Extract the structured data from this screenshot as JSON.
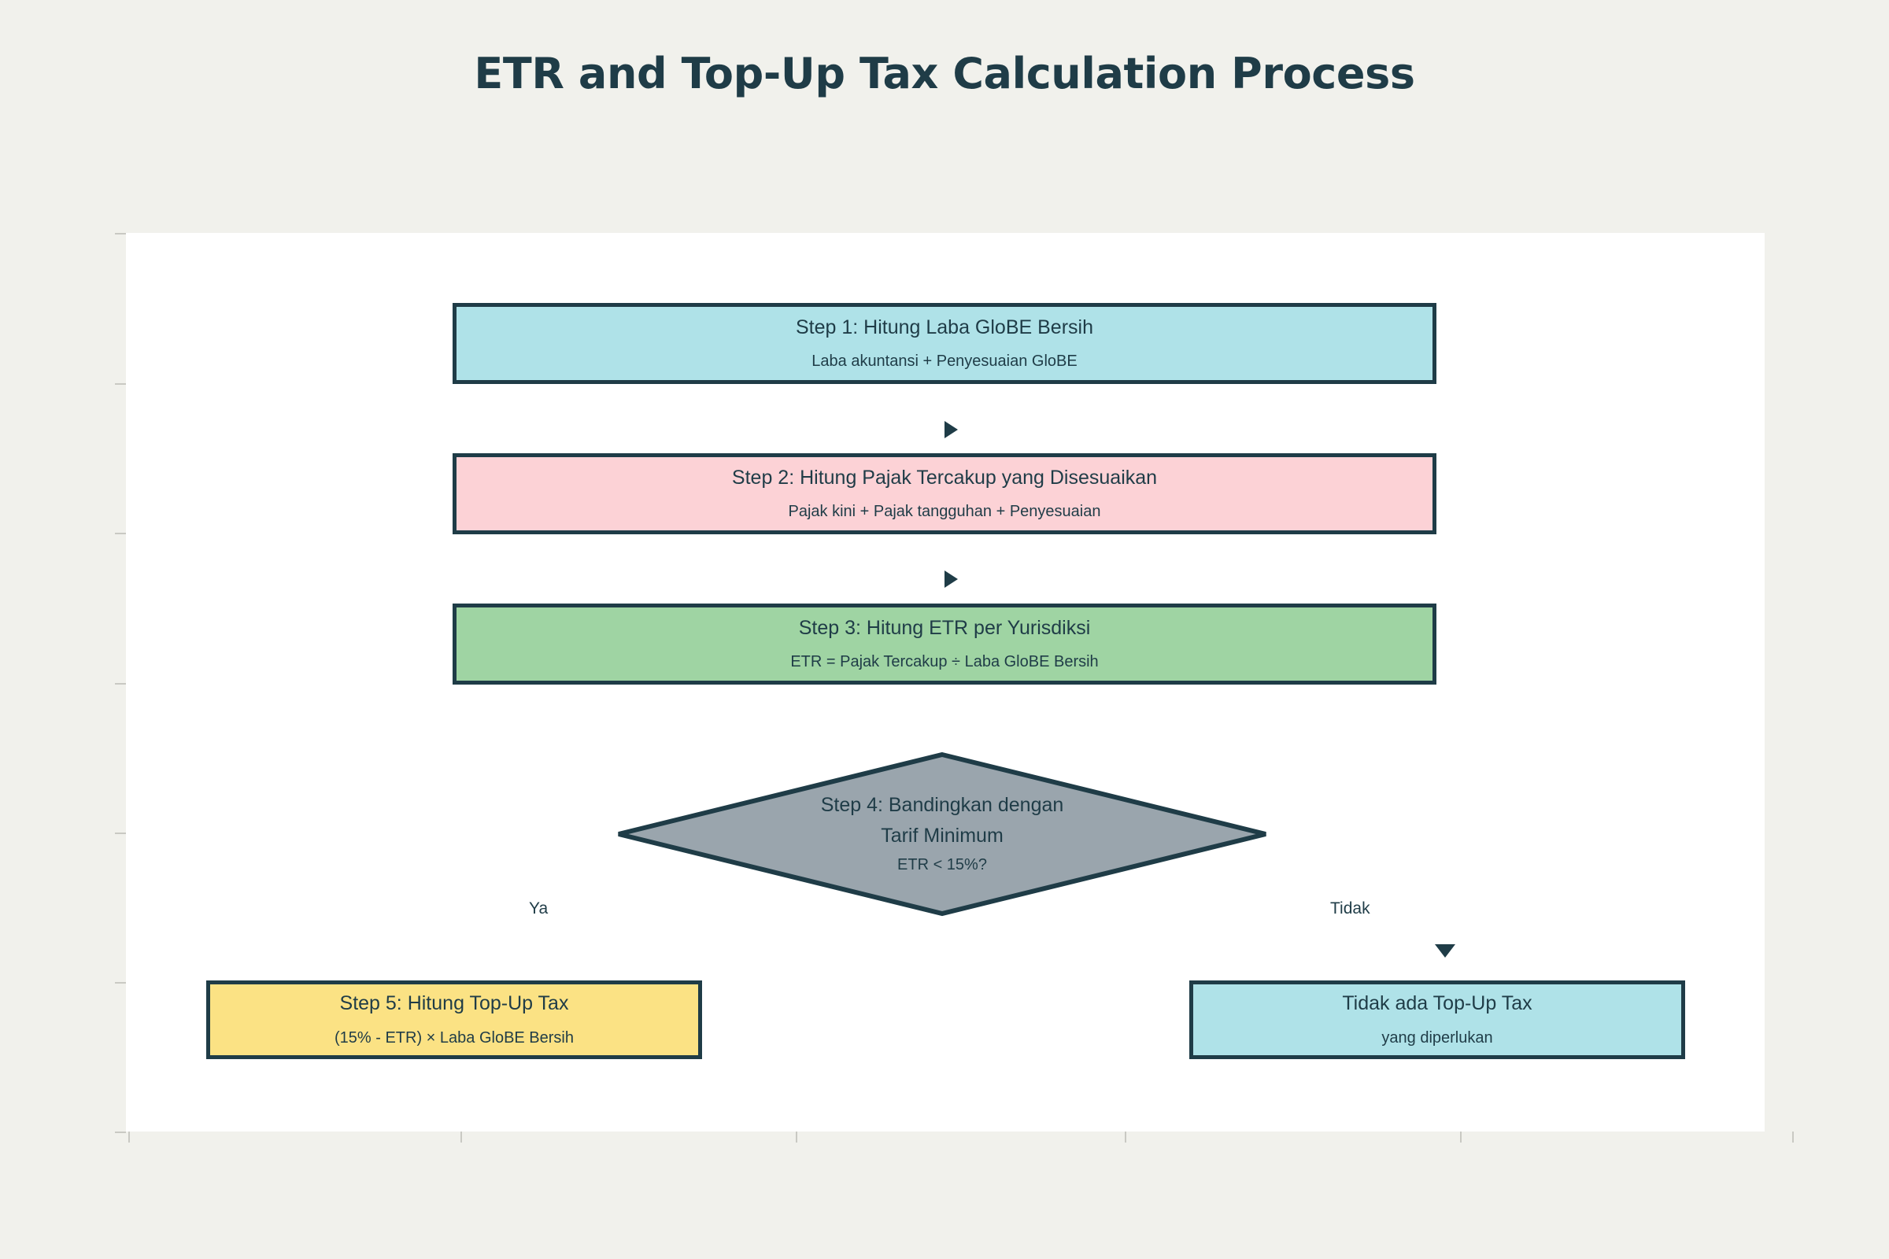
{
  "title": "ETR and Top-Up Tax Calculation Process",
  "chart_data": {
    "type": "diagram",
    "title": "ETR and Top-Up Tax Calculation Process",
    "diagram_kind": "flowchart",
    "orientation": "top-to-bottom with two-way decision branch",
    "background": "#f1f1ec",
    "canvas_background": "#ffffff",
    "border_color": "#1f3c47",
    "text_color": "#1f3c47",
    "grid": false,
    "legend": false,
    "nodes": [
      {
        "id": "step1",
        "shape": "rectangle",
        "title": "Step 1: Hitung Laba GloBE Bersih",
        "subtitle": "Laba akuntansi + Penyesuaian GloBE",
        "fill": "#afe2e8"
      },
      {
        "id": "step2",
        "shape": "rectangle",
        "title": "Step 2: Hitung Pajak Tercakup yang Disesuaikan",
        "subtitle": "Pajak kini + Pajak tangguhan + Penyesuaian",
        "fill": "#fcd2d6"
      },
      {
        "id": "step3",
        "shape": "rectangle",
        "title": "Step 3: Hitung ETR per Yurisdiksi",
        "subtitle": "ETR = Pajak Tercakup ÷ Laba GloBE Bersih",
        "fill": "#9fd4a3"
      },
      {
        "id": "step4",
        "shape": "diamond",
        "title_line1": "Step 4: Bandingkan dengan",
        "title_line2": "Tarif Minimum",
        "subtitle": "ETR < 15%?",
        "fill": "#9aa5ad"
      },
      {
        "id": "step5",
        "shape": "rectangle",
        "title": "Step 5: Hitung Top-Up Tax",
        "subtitle": "(15% - ETR) × Laba GloBE Bersih",
        "fill": "#fbe284"
      },
      {
        "id": "no-topup",
        "shape": "rectangle",
        "title": "Tidak ada Top-Up Tax",
        "subtitle": "yang diperlukan",
        "fill": "#afe2e8"
      }
    ],
    "edges": [
      {
        "from": "step1",
        "to": "step2",
        "label": "",
        "marker": "triangle-right"
      },
      {
        "from": "step2",
        "to": "step3",
        "label": "",
        "marker": "triangle-right"
      },
      {
        "from": "step3",
        "to": "step4",
        "label": "",
        "marker": "none"
      },
      {
        "from": "step4",
        "to": "step5",
        "label": "Ya",
        "marker": "none"
      },
      {
        "from": "step4",
        "to": "no-topup",
        "label": "Tidak",
        "marker": "triangle-down"
      }
    ],
    "branch_labels": {
      "yes": "Ya",
      "no": "Tidak"
    }
  }
}
